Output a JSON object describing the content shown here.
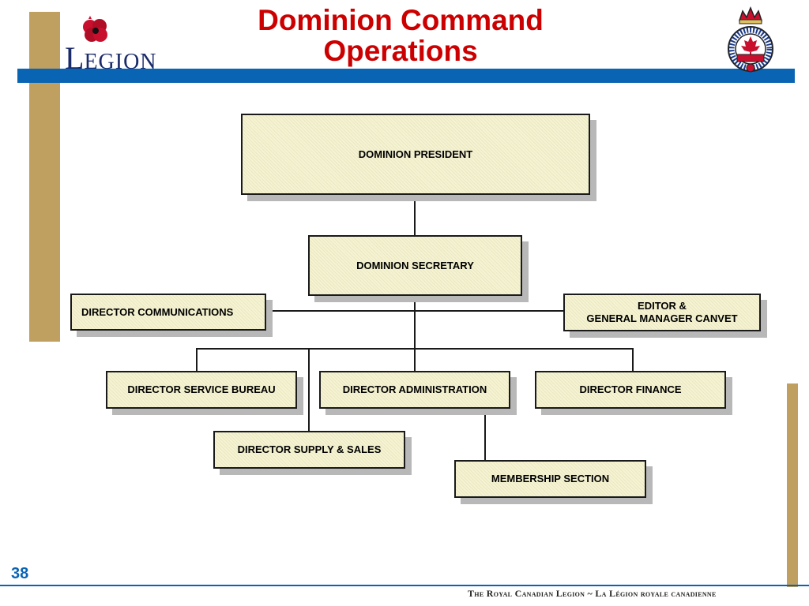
{
  "header": {
    "title": "Dominion Command Operations",
    "logo_text_first": "L",
    "logo_text_rest": "EGION"
  },
  "org_chart": {
    "president": "DOMINION PRESIDENT",
    "secretary": "DOMINION SECRETARY",
    "communications": "DIRECTOR COMMUNICATIONS",
    "editor": "EDITOR &\nGENERAL MANAGER CANVET",
    "service_bureau": "DIRECTOR SERVICE BUREAU",
    "administration": "DIRECTOR ADMINISTRATION",
    "finance": "DIRECTOR FINANCE",
    "supply_sales": "DIRECTOR SUPPLY & SALES",
    "membership": "MEMBERSHIP SECTION"
  },
  "footer": {
    "page_number": "38",
    "organization": "The Royal Canadian Legion ~ La Légion royale canadienne"
  },
  "colors": {
    "title_red": "#cc0000",
    "band_blue": "#0a64b4",
    "bar_gold": "#c0a060",
    "box_fill": "#f5f3d0"
  },
  "icons": [
    "poppy-icon",
    "legion-crest-icon"
  ]
}
